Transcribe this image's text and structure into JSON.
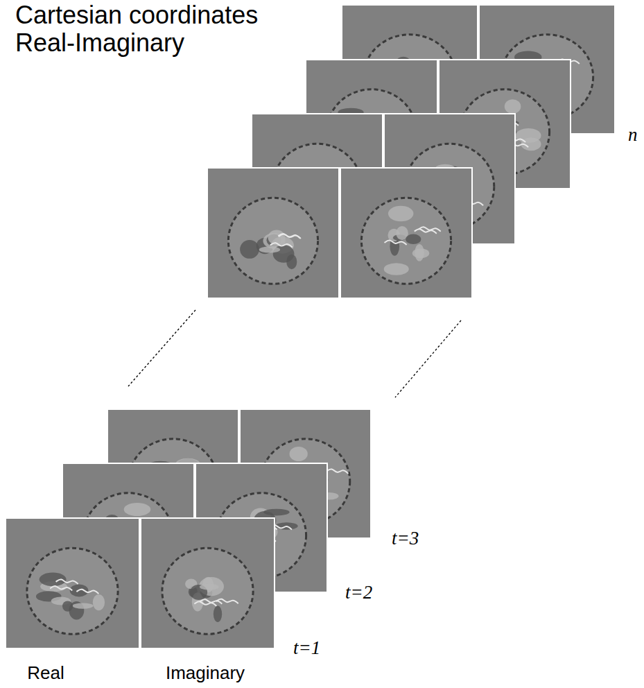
{
  "diagram": {
    "title": "Cartesian coordinates Real-Imaginary",
    "labels": [
      "n",
      "t=3",
      "t=2",
      "t=1",
      "Real",
      "Imaginary"
    ]
  }
}
